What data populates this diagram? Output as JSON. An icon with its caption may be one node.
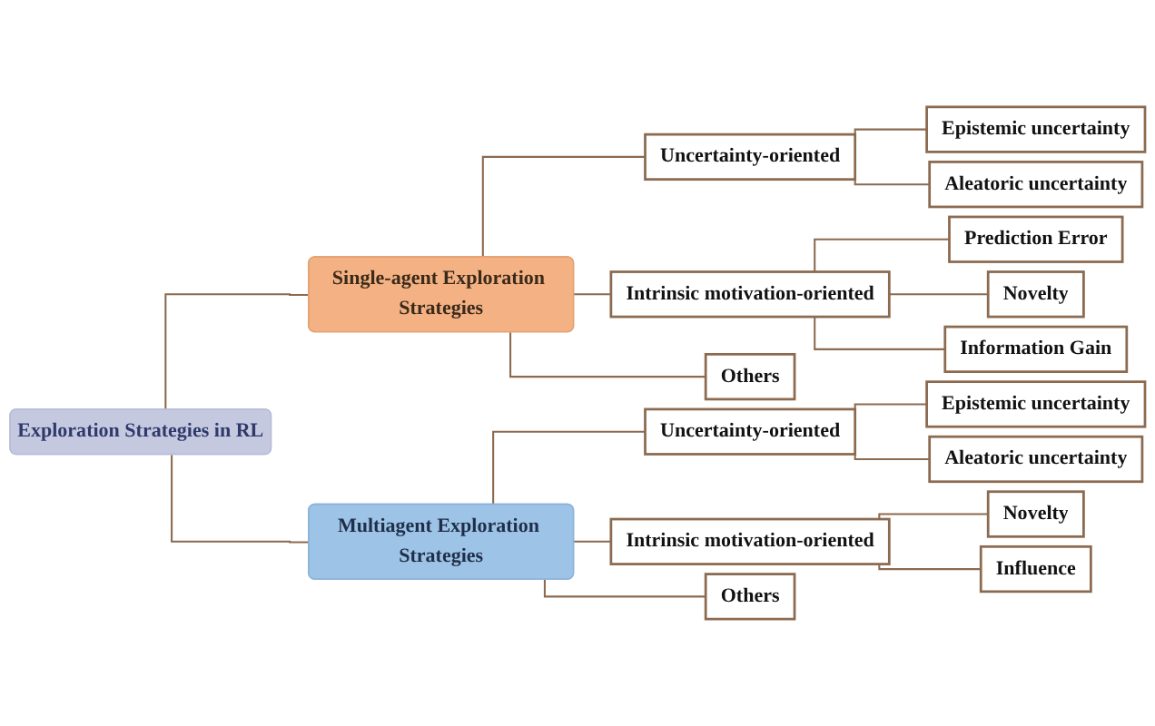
{
  "diagram": {
    "nodes": [
      {
        "text": [
          "Exploration Strategies in RL"
        ]
      },
      {
        "text": [
          "Single-agent Exploration Strategies"
        ]
      },
      {
        "text": [
          "Uncertainty-oriented"
        ]
      },
      {
        "text": [
          "Epistemic uncertainty"
        ]
      },
      {
        "text": [
          "Aleatoric uncertainty"
        ]
      },
      {
        "text": [
          "Intrinsic motivation-oriented"
        ]
      },
      {
        "text": [
          "Prediction Error"
        ]
      },
      {
        "text": [
          "Novelty"
        ]
      },
      {
        "text": [
          "Information Gain"
        ]
      },
      {
        "text": [
          "Others"
        ]
      },
      {
        "text": [
          "Multiagent Exploration Strategies"
        ]
      },
      {
        "text": [
          "Uncertainty-oriented"
        ]
      },
      {
        "text": [
          "Epistemic uncertainty"
        ]
      },
      {
        "text": [
          "Aleatoric uncertainty"
        ]
      },
      {
        "text": [
          "Intrinsic motivation-oriented"
        ]
      },
      {
        "text": [
          "Novelty"
        ]
      },
      {
        "text": [
          "Influence"
        ]
      },
      {
        "text": [
          "Others"
        ]
      }
    ],
    "edges": [
      {
        "from": 0,
        "to": 1,
        "arrow": "none"
      },
      {
        "from": 1,
        "to": 2,
        "arrow": "none"
      },
      {
        "from": 2,
        "to": 3,
        "arrow": "none"
      },
      {
        "from": 2,
        "to": 4,
        "arrow": "none"
      },
      {
        "from": 1,
        "to": 5,
        "arrow": "none"
      },
      {
        "from": 5,
        "to": 6,
        "arrow": "none"
      },
      {
        "from": 5,
        "to": 7,
        "arrow": "none"
      },
      {
        "from": 5,
        "to": 8,
        "arrow": "none"
      },
      {
        "from": 1,
        "to": 9,
        "arrow": "none"
      },
      {
        "from": 0,
        "to": 10,
        "arrow": "none"
      },
      {
        "from": 10,
        "to": 11,
        "arrow": "none"
      },
      {
        "from": 11,
        "to": 12,
        "arrow": "none"
      },
      {
        "from": 11,
        "to": 13,
        "arrow": "none"
      },
      {
        "from": 10,
        "to": 14,
        "arrow": "none"
      },
      {
        "from": 14,
        "to": 15,
        "arrow": "none"
      },
      {
        "from": 14,
        "to": 16,
        "arrow": "none"
      },
      {
        "from": 10,
        "to": 17,
        "arrow": "none"
      }
    ]
  }
}
